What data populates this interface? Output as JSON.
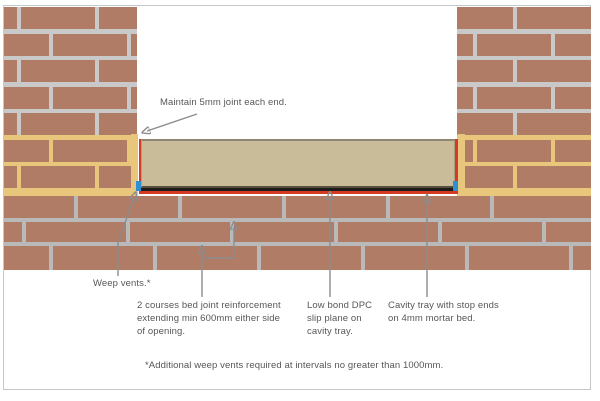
{
  "diagram": {
    "labels": {
      "maintain_joint": "Maintain 5mm joint each end.",
      "weep_vents": "Weep vents.*",
      "bed_joint_reinforcement": "2 courses bed joint reinforcement\nextending min 600mm either side\nof opening.",
      "dpc_slip_plane": "Low bond DPC\nslip plane on\ncavity tray.",
      "cavity_tray": "Cavity tray with stop ends\non 4mm mortar bed.",
      "footnote": "*Additional weep vents required at intervals no greater than 1000mm."
    },
    "colors": {
      "brick": "#b07c66",
      "mortar_pier": "#c9c9c9",
      "mortar_lower": "#b9b9b9",
      "mortar_fresh": "#e8c77c",
      "lintel": "#c9bd99",
      "dpc_black": "#1e1c1a",
      "cavity_tray_red": "#d53a23",
      "weep_vent_blue": "#2e8fd5",
      "leader_line": "#8c8c8c",
      "arrow": "#3c3c3c",
      "text": "#575757",
      "frame": "#c5c8ca"
    }
  }
}
